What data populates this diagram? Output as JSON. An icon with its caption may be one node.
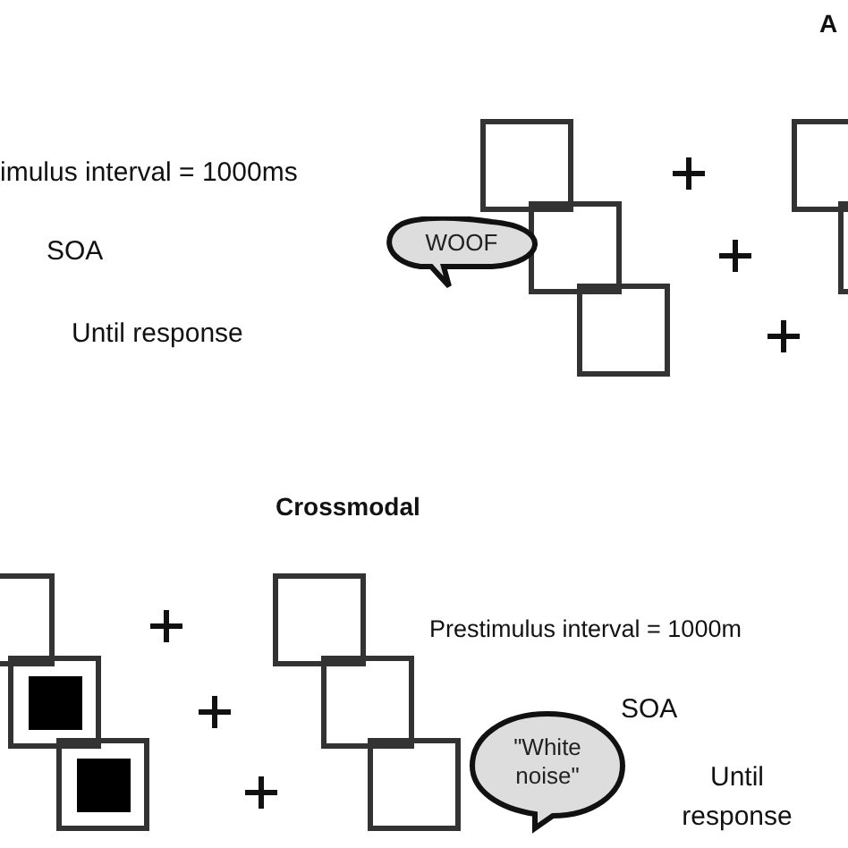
{
  "diagram": {
    "nodes": [
      {
        "text": [
          "WOOF"
        ]
      },
      {
        "text": [
          "\"White noise\""
        ]
      }
    ],
    "labels": [
      "A",
      "imulus interval = 1000ms",
      "SOA",
      "Until response",
      "Crossmodal",
      "Prestimulus interval = 1000m",
      "SOA",
      "Until response"
    ]
  }
}
